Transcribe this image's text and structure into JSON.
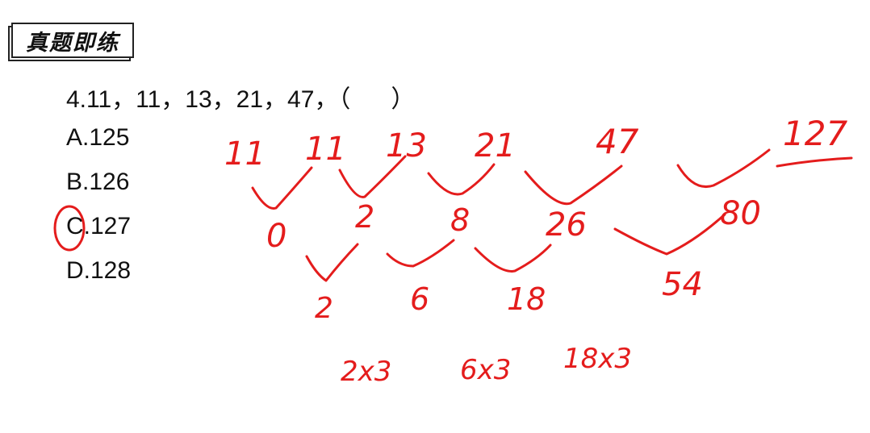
{
  "header": {
    "title": "真题即练"
  },
  "question": {
    "text": "4.11，11，13，21，47，（      ）"
  },
  "options": [
    "A.125",
    "B.126",
    "C.127",
    "D.128"
  ],
  "annotations": {
    "top_row": [
      "11",
      "11",
      "13",
      "21",
      "47",
      "127"
    ],
    "diff1": [
      "0",
      "2",
      "8",
      "26",
      "80"
    ],
    "diff2": [
      "2",
      "6",
      "18",
      "54"
    ],
    "products": [
      "2x3",
      "6x3",
      "18x3"
    ],
    "ink_color": "#e41c1c",
    "circled_option": "C"
  }
}
